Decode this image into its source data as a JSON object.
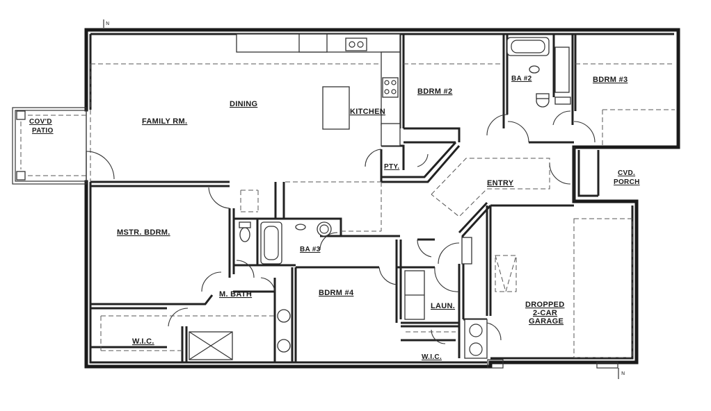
{
  "rooms": {
    "covd_patio": [
      "COV'D",
      "PATIO"
    ],
    "family_rm": "FAMILY RM.",
    "dining": "DINING",
    "kitchen": "KITCHEN",
    "pty": "PTY.",
    "bdrm2": "BDRM #2",
    "ba2": "BA #2",
    "bdrm3": "BDRM #3",
    "entry": "ENTRY",
    "cvd_porch": [
      "CVD.",
      "PORCH"
    ],
    "mstr_bdrm": "MSTR. BDRM.",
    "ba3": "BA #3",
    "m_bath": "M. BATH",
    "bdrm4": "BDRM #4",
    "laun": "LAUN.",
    "garage": [
      "DROPPED",
      "2-CAR",
      "GARAGE"
    ],
    "wic_master": "W.I.C.",
    "wic_bdrm4": "W.I.C."
  }
}
